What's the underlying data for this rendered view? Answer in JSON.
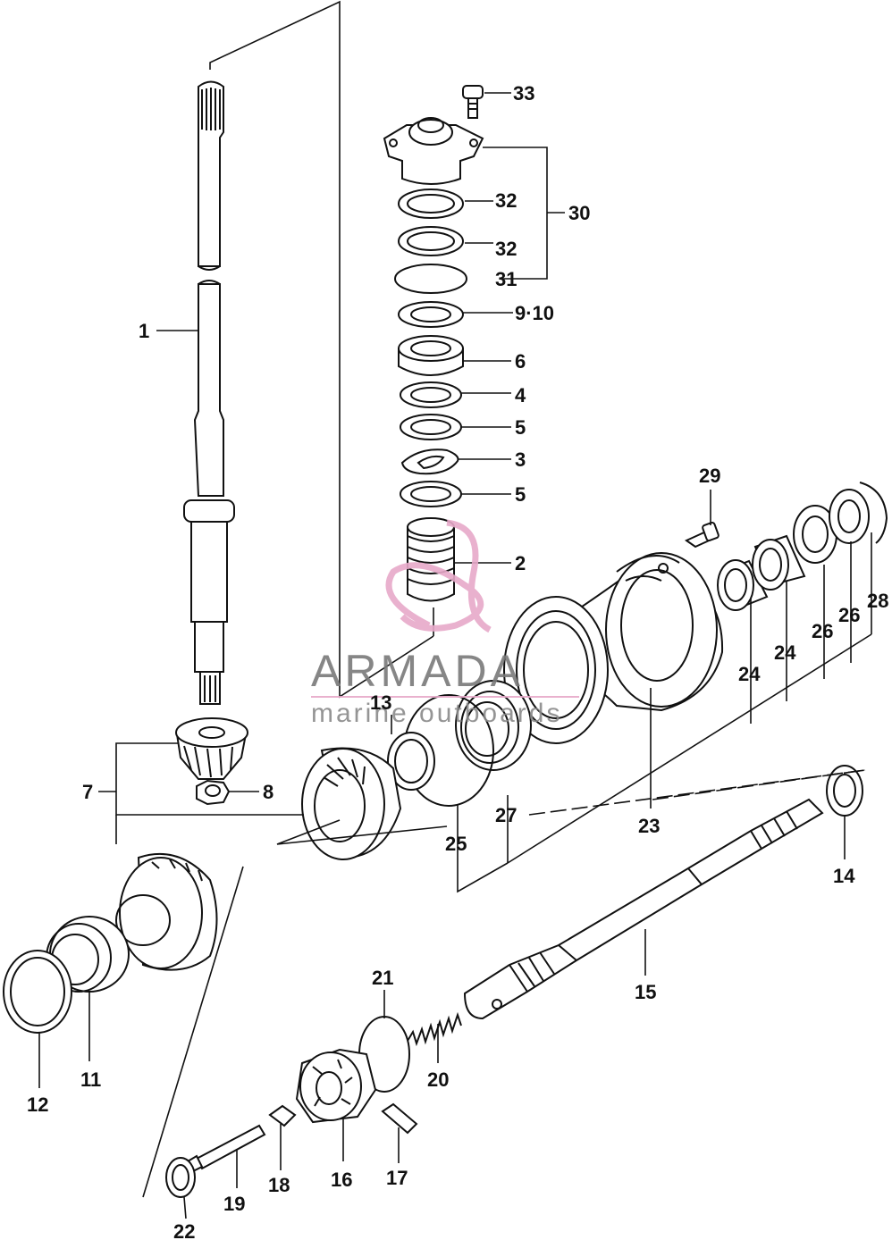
{
  "watermark": {
    "brand": "ARMADA",
    "subtitle": "marine outboards",
    "logo_color": "#e7a9c9",
    "text_color": "#7a7a7a"
  },
  "callouts": {
    "p1": "1",
    "p2": "2",
    "p3": "3",
    "p4": "4",
    "p5a": "5",
    "p5b": "5",
    "p6": "6",
    "p7": "7",
    "p8": "8",
    "p9_10": "9·10",
    "p11": "11",
    "p12": "12",
    "p13": "13",
    "p14": "14",
    "p15": "15",
    "p16": "16",
    "p17": "17",
    "p18": "18",
    "p19": "19",
    "p20": "20",
    "p21": "21",
    "p22": "22",
    "p23": "23",
    "p24a": "24",
    "p24b": "24",
    "p25": "25",
    "p26a": "26",
    "p26b": "26",
    "p27": "27",
    "p28": "28",
    "p29": "29",
    "p30": "30",
    "p31": "31",
    "p32a": "32",
    "p32b": "32",
    "p33": "33"
  }
}
